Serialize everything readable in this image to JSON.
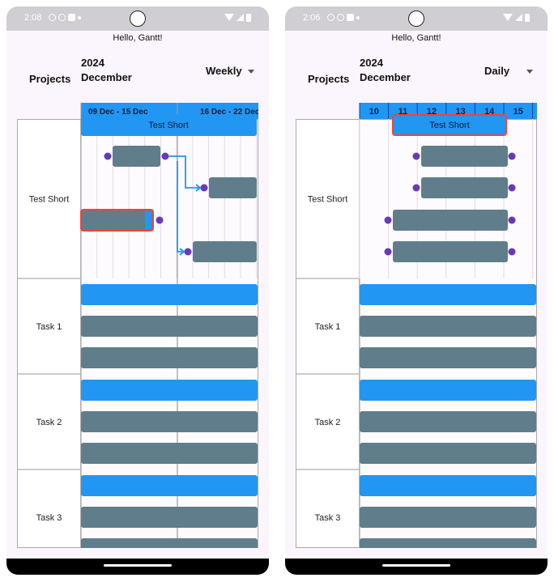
{
  "left": {
    "status_time": "2:08",
    "greeting": "Hello, Gantt!",
    "projects_label": "Projects",
    "year": "2024",
    "month": "December",
    "scale": "Weekly",
    "header_cells": [
      "09 Dec - 15 Dec",
      "16 Dec - 22 Dec"
    ],
    "rows": [
      "Test Short",
      "Task 1",
      "Task 2",
      "Task 3"
    ],
    "summary_bar_label": "Test Short"
  },
  "right": {
    "status_time": "2:06",
    "greeting": "Hello, Gantt!",
    "projects_label": "Projects",
    "year": "2024",
    "month": "December",
    "scale": "Daily",
    "header_cells": [
      "10",
      "11",
      "12",
      "13",
      "14",
      "15"
    ],
    "rows": [
      "Test Short",
      "Task 1",
      "Task 2",
      "Task 3"
    ],
    "summary_bar_label": "Test Short"
  },
  "colors": {
    "header_blue": "#2196f3",
    "task_gray": "#607d8b",
    "handle_purple": "#673ab7",
    "selected_red": "#f44336",
    "arrow_blue": "#2196f3",
    "grid_line": "#cccccc",
    "background": "#fbf6fd"
  },
  "icons": [
    "do-not-disturb-icon",
    "shield-icon",
    "location-icon",
    "sd-card-icon",
    "wifi-icon",
    "signal-icon",
    "battery-icon",
    "dropdown-arrow-icon"
  ]
}
